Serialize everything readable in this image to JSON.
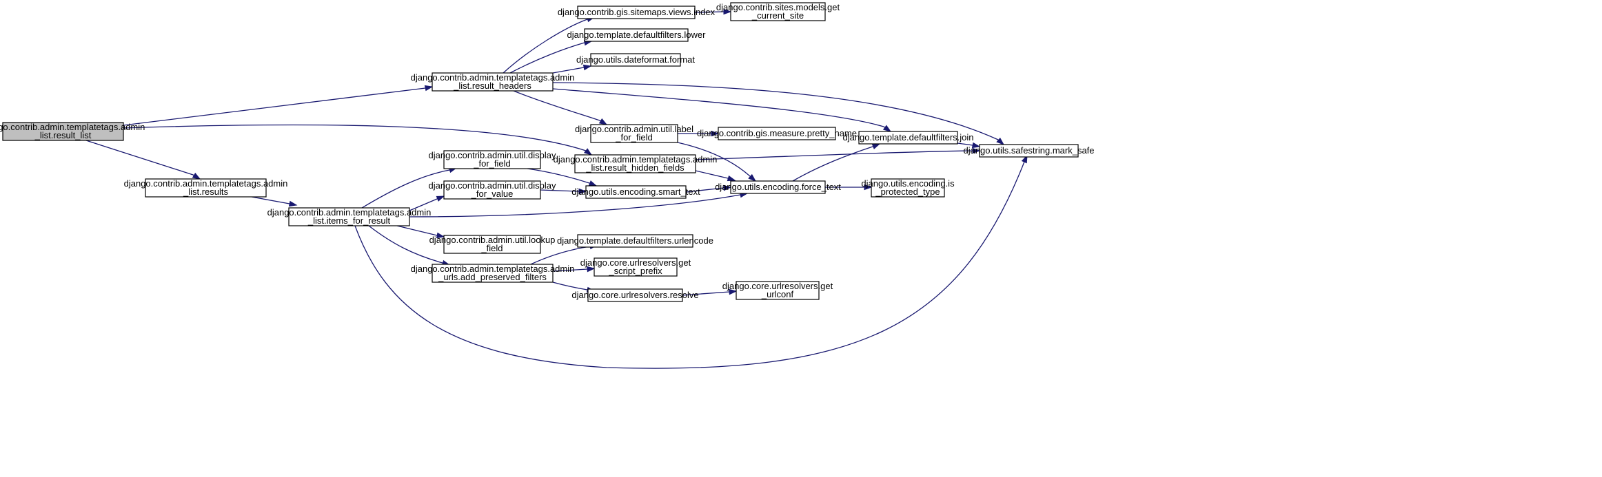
{
  "diagram": {
    "type": "call-graph",
    "colors": {
      "edge": "#191970",
      "node_fill": "#ffffff",
      "root_fill": "#bfbfbf",
      "node_border": "#000000"
    },
    "nodes": [
      {
        "id": "result_list",
        "lines": [
          "django.contrib.admin.templatetags.admin",
          "_list.result_list"
        ],
        "root": true
      },
      {
        "id": "result_headers",
        "lines": [
          "django.contrib.admin.templatetags.admin",
          "_list.result_headers"
        ]
      },
      {
        "id": "results",
        "lines": [
          "django.contrib.admin.templatetags.admin",
          "_list.results"
        ]
      },
      {
        "id": "result_hidden_fields",
        "lines": [
          "django.contrib.admin.templatetags.admin",
          "_list.result_hidden_fields"
        ]
      },
      {
        "id": "items_for_result",
        "lines": [
          "django.contrib.admin.templatetags.admin",
          "_list.items_for_result"
        ]
      },
      {
        "id": "sitemaps_index",
        "lines": [
          "django.contrib.gis.sitemaps.views.index"
        ]
      },
      {
        "id": "get_current_site",
        "lines": [
          "django.contrib.sites.models.get",
          "_current_site"
        ]
      },
      {
        "id": "lower",
        "lines": [
          "django.template.defaultfilters.lower"
        ]
      },
      {
        "id": "dateformat",
        "lines": [
          "django.utils.dateformat.format"
        ]
      },
      {
        "id": "label_for_field",
        "lines": [
          "django.contrib.admin.util.label",
          "_for_field"
        ]
      },
      {
        "id": "pretty_name",
        "lines": [
          "django.contrib.gis.measure.pretty_name"
        ]
      },
      {
        "id": "join",
        "lines": [
          "django.template.defaultfilters.join"
        ]
      },
      {
        "id": "mark_safe",
        "lines": [
          "django.utils.safestring.mark_safe"
        ]
      },
      {
        "id": "display_for_field",
        "lines": [
          "django.contrib.admin.util.display",
          "_for_field"
        ]
      },
      {
        "id": "display_for_value",
        "lines": [
          "django.contrib.admin.util.display",
          "_for_value"
        ]
      },
      {
        "id": "smart_text",
        "lines": [
          "django.utils.encoding.smart_text"
        ]
      },
      {
        "id": "force_text",
        "lines": [
          "django.utils.encoding.force_text"
        ]
      },
      {
        "id": "is_protected_type",
        "lines": [
          "django.utils.encoding.is",
          "_protected_type"
        ]
      },
      {
        "id": "lookup_field",
        "lines": [
          "django.contrib.admin.util.lookup",
          "_field"
        ]
      },
      {
        "id": "add_preserved_filters",
        "lines": [
          "django.contrib.admin.templatetags.admin",
          "_urls.add_preserved_filters"
        ]
      },
      {
        "id": "urlencode",
        "lines": [
          "django.template.defaultfilters.urlencode"
        ]
      },
      {
        "id": "get_script_prefix",
        "lines": [
          "django.core.urlresolvers.get",
          "_script_prefix"
        ]
      },
      {
        "id": "resolve",
        "lines": [
          "django.core.urlresolvers.resolve"
        ]
      },
      {
        "id": "get_urlconf",
        "lines": [
          "django.core.urlresolvers.get",
          "_urlconf"
        ]
      }
    ],
    "edges": [
      [
        "result_list",
        "result_headers"
      ],
      [
        "result_list",
        "result_hidden_fields"
      ],
      [
        "result_list",
        "results"
      ],
      [
        "result_headers",
        "sitemaps_index"
      ],
      [
        "result_headers",
        "lower"
      ],
      [
        "result_headers",
        "dateformat"
      ],
      [
        "result_headers",
        "label_for_field"
      ],
      [
        "result_headers",
        "join"
      ],
      [
        "result_headers",
        "mark_safe"
      ],
      [
        "sitemaps_index",
        "get_current_site"
      ],
      [
        "label_for_field",
        "pretty_name"
      ],
      [
        "label_for_field",
        "force_text"
      ],
      [
        "result_hidden_fields",
        "mark_safe"
      ],
      [
        "result_hidden_fields",
        "force_text"
      ],
      [
        "join",
        "mark_safe"
      ],
      [
        "force_text",
        "join"
      ],
      [
        "force_text",
        "is_protected_type"
      ],
      [
        "results",
        "items_for_result"
      ],
      [
        "items_for_result",
        "display_for_field"
      ],
      [
        "items_for_result",
        "display_for_value"
      ],
      [
        "items_for_result",
        "force_text"
      ],
      [
        "items_for_result",
        "lookup_field"
      ],
      [
        "items_for_result",
        "add_preserved_filters"
      ],
      [
        "items_for_result",
        "mark_safe"
      ],
      [
        "display_for_field",
        "smart_text"
      ],
      [
        "display_for_value",
        "smart_text"
      ],
      [
        "smart_text",
        "force_text"
      ],
      [
        "add_preserved_filters",
        "urlencode"
      ],
      [
        "add_preserved_filters",
        "get_script_prefix"
      ],
      [
        "add_preserved_filters",
        "resolve"
      ],
      [
        "resolve",
        "get_urlconf"
      ]
    ]
  }
}
